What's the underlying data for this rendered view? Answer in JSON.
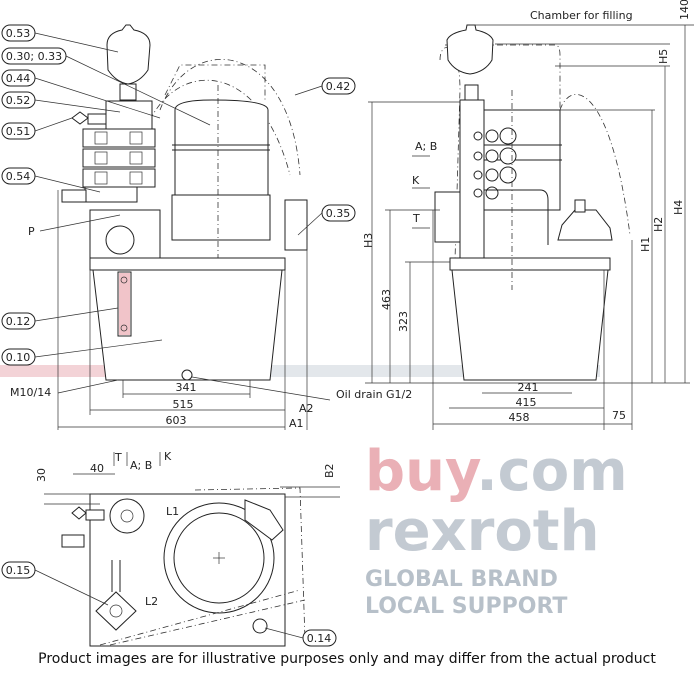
{
  "callouts": {
    "c053": "0.53",
    "c030": "0.30; 0.33",
    "c044": "0.44",
    "c052": "0.52",
    "c051": "0.51",
    "c054": "0.54",
    "p": "P",
    "c012": "0.12",
    "c010": "0.10",
    "m10": "M10/14",
    "c042": "0.42",
    "c035": "0.35",
    "c015": "0.15",
    "c014": "0.14"
  },
  "front_view": {
    "dim_341": "341",
    "dim_515": "515",
    "dim_603": "603",
    "a1": "A1",
    "a2": "A2",
    "oil_drain": "Oil drain G1/2"
  },
  "side_view": {
    "chamber": "Chamber for filling",
    "d140": "140",
    "h5": "H5",
    "h4": "H4",
    "h2": "H2",
    "h1": "H1",
    "h3": "H3",
    "d463": "463",
    "d323": "323",
    "d241": "241",
    "d415": "415",
    "d458": "458",
    "d75": "75",
    "ab": "A; B",
    "k": "K",
    "t": "T"
  },
  "top_view": {
    "t": "T",
    "ab": "A; B",
    "k": "K",
    "d40": "40",
    "d30": "30",
    "b2": "B2",
    "l1": "L1",
    "l2": "L2"
  },
  "watermark": {
    "brand_a": "buy",
    "brand_b": "rexroth",
    "domain": ".com",
    "tagline": "GLOBAL BRAND LOCAL SUPPORT"
  },
  "footer": "Product images are for illustrative purposes only and may differ from the actual product",
  "colors": {
    "watermark_red": "#e8a0a8",
    "watermark_grey": "#b7c0c9"
  }
}
